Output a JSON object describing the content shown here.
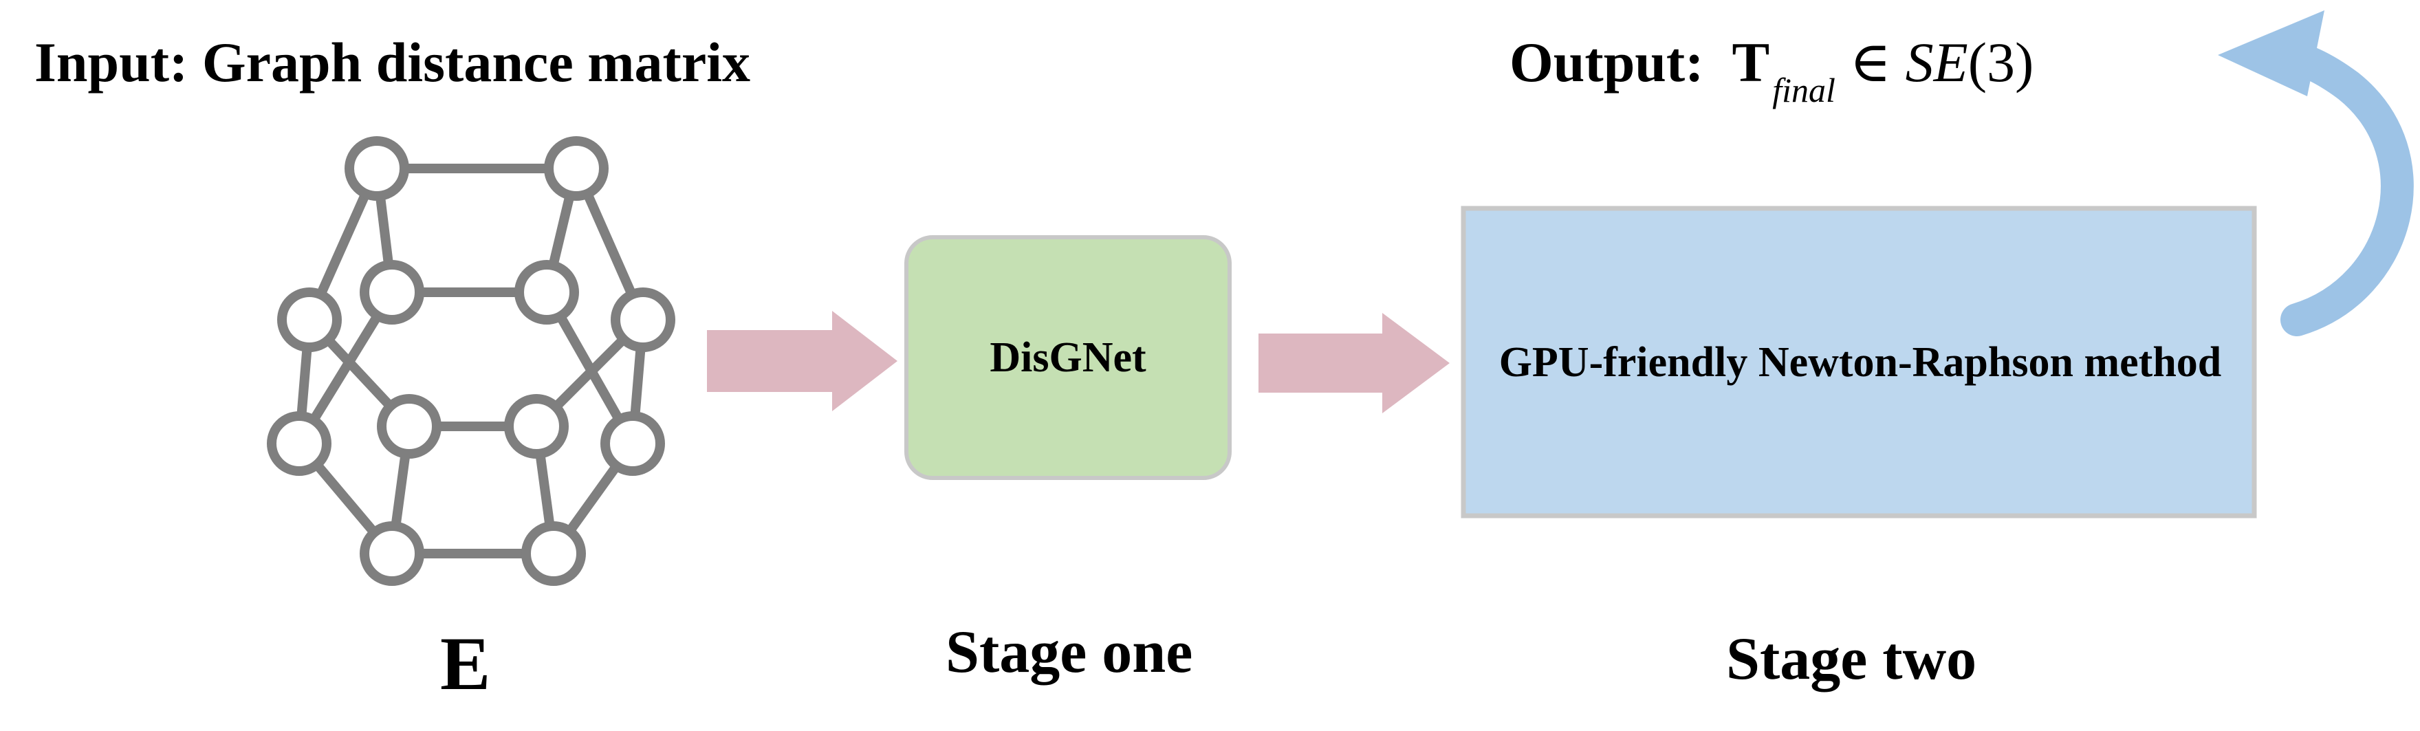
{
  "input_title": "Input: Graph distance matrix",
  "output": {
    "prefix": "Output:",
    "symbol": "T",
    "subscript": "final",
    "relation": "∈",
    "group": "SE",
    "group_arg": "(3)"
  },
  "graph_label": "E",
  "stage_one": {
    "box_label": "DisGNet",
    "caption": "Stage one"
  },
  "stage_two": {
    "box_label": "GPU-friendly Newton-Raphson method",
    "caption": "Stage two"
  },
  "colors": {
    "graph_stroke": "#7f7f7f",
    "arrow_fill": "#ddb7c0",
    "stage_one_fill": "#c5e0b3",
    "stage_two_fill": "#bdd7ee",
    "box_border": "#c8c8c8",
    "feedback_arrow": "#9dc3e6"
  }
}
